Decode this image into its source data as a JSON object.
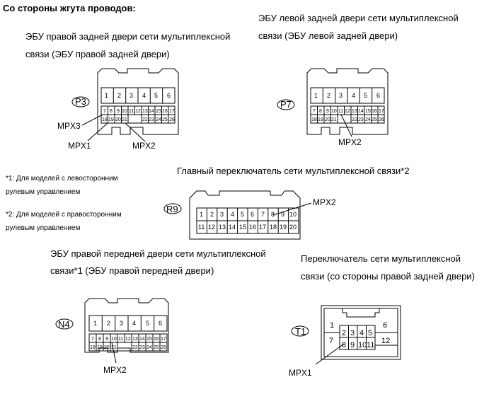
{
  "heading": "Со стороны жгута проводов:",
  "notes": {
    "note1_line1": "*1: Для моделей с левосторонним",
    "note1_line2": "рулевым управлением",
    "note2_line1": "*2: Для моделей с правосторонним",
    "note2_line2": "рулевым управлением"
  },
  "connectors": {
    "P3": {
      "code": "P3",
      "title_line1": "ЭБУ правой задней двери сети мультиплексной",
      "title_line2": "связи (ЭБУ правой задней двери)",
      "top_pins": [
        "1",
        "2",
        "3",
        "4",
        "5",
        "6"
      ],
      "row2_pins": [
        "7",
        "8",
        "9",
        "10",
        "11",
        "12",
        "13",
        "14",
        "15",
        "16",
        "17"
      ],
      "row3_left": [
        "18",
        "19",
        "20",
        "21"
      ],
      "row3_right": [
        "22",
        "23",
        "24",
        "25",
        "26"
      ],
      "callouts": [
        "MPX3",
        "MPX1",
        "MPX2"
      ]
    },
    "P7": {
      "code": "P7",
      "title_line1": "ЭБУ левой задней двери сети мультиплексной",
      "title_line2": "связи (ЭБУ левой задней двери)",
      "top_pins": [
        "1",
        "2",
        "3",
        "4",
        "5",
        "6"
      ],
      "row2_pins": [
        "7",
        "8",
        "9",
        "10",
        "11",
        "12",
        "13",
        "14",
        "15",
        "16",
        "17"
      ],
      "row3_left": [
        "18",
        "19",
        "20",
        "21"
      ],
      "row3_right": [
        "22",
        "23",
        "24",
        "25",
        "26"
      ],
      "callouts": [
        "MPX2"
      ]
    },
    "R9": {
      "code": "R9",
      "title": "Главный переключатель сети мультиплексной связи*2",
      "row1": [
        "1",
        "2",
        "3",
        "4",
        "5",
        "6",
        "7",
        "8",
        "9",
        "10"
      ],
      "row2": [
        "11",
        "12",
        "13",
        "14",
        "15",
        "16",
        "17",
        "18",
        "19",
        "20"
      ],
      "callouts": [
        "MPX2"
      ]
    },
    "N4": {
      "code": "N4",
      "title_line1": "ЭБУ правой передней двери сети мультиплексной",
      "title_line2": "связи*1 (ЭБУ правой передней двери)",
      "top_pins": [
        "1",
        "2",
        "3",
        "4",
        "5",
        "6"
      ],
      "row2_pins": [
        "7",
        "8",
        "9",
        "10",
        "11",
        "12",
        "13",
        "14",
        "15",
        "16",
        "17"
      ],
      "row3_left": [
        "18",
        "19",
        "20",
        "21"
      ],
      "row3_right": [
        "22",
        "23",
        "24",
        "25",
        "26"
      ],
      "callouts": [
        "MPX2"
      ]
    },
    "T1": {
      "code": "T1",
      "title_line1": "Переключатель сети мультиплексной",
      "title_line2": "связи (со стороны правой задней двери)",
      "pins": [
        "1",
        "2",
        "3",
        "4",
        "5",
        "6",
        "7",
        "8",
        "9",
        "10",
        "11",
        "12"
      ],
      "callouts": [
        "MPX1"
      ]
    }
  }
}
